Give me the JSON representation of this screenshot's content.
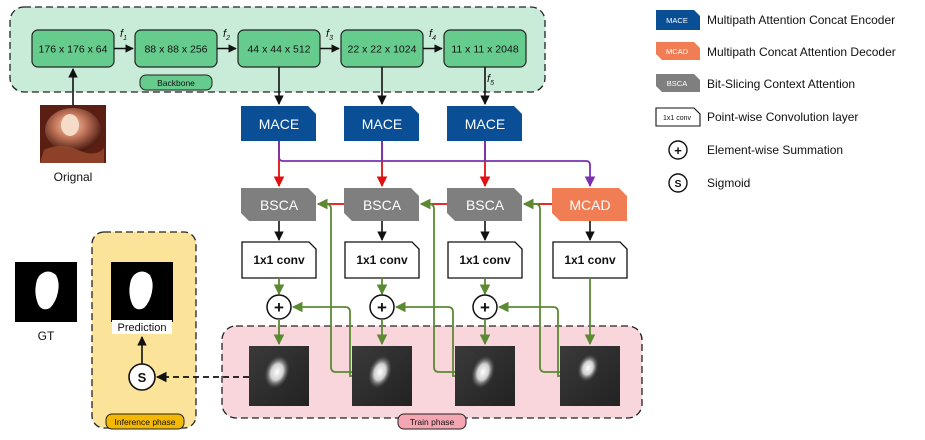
{
  "backbone": {
    "label": "Backbone",
    "stages": [
      "176 x 176  x 64",
      "88 x 88  x 256",
      "44 x 44 x 512",
      "22 x 22  x 1024",
      "11 x 11  x 2048"
    ],
    "features": [
      {
        "base": "f",
        "sub": "1"
      },
      {
        "base": "f",
        "sub": "2"
      },
      {
        "base": "f",
        "sub": "3"
      },
      {
        "base": "f",
        "sub": "4"
      },
      {
        "base": "f",
        "sub": "5"
      }
    ]
  },
  "input_label": "Orignal",
  "mace_label": "MACE",
  "bsca_label": "BSCA",
  "mcad_label": "MCAD",
  "conv_label": "1x1 conv",
  "plus_symbol": "+",
  "sigmoid_symbol": "S",
  "gt_label": "GT",
  "prediction_label": "Prediction",
  "inference_label": "Inference phase",
  "train_label": "Train phase",
  "legend": [
    {
      "badge": "MACE",
      "text": "Multipath Attention Concat Encoder",
      "color": "#0a4f96"
    },
    {
      "badge": "MCAD",
      "text": "Multipath Concat  Attention Decoder",
      "color": "#f07d54"
    },
    {
      "badge": "BSCA",
      "text": "Bit-Slicing Context Attention",
      "color": "#7f7f7f"
    },
    {
      "badge": "1x1 conv",
      "text": "Point-wise Convolution layer"
    },
    {
      "badge": "+",
      "text": "Element-wise Summation"
    },
    {
      "badge": "S",
      "text": "Sigmoid"
    }
  ],
  "colors": {
    "backbone_fill": "#c8ecd8",
    "stage_fill": "#66cc8e",
    "mace": "#0a4f96",
    "bsca": "#7f7f7f",
    "mcad": "#f07d54",
    "inference_fill": "#fce39a",
    "train_fill": "#f9d6dc",
    "red_arrow": "#e01010",
    "purple_arrow": "#7a30b0",
    "green_arrow": "#5a8a32"
  }
}
